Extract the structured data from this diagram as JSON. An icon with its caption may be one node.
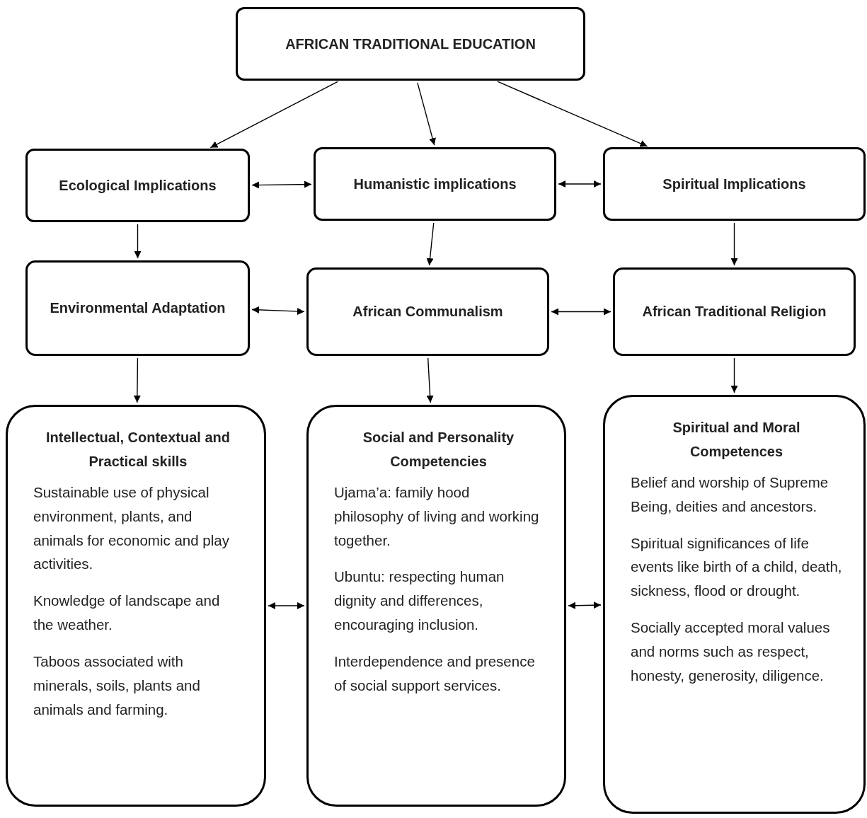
{
  "diagram": {
    "nodes": [
      {
        "text": [
          "AFRICAN TRADITIONAL EDUCATION"
        ]
      },
      {
        "text": [
          "Ecological Implications"
        ]
      },
      {
        "text": [
          "Humanistic implications"
        ]
      },
      {
        "text": [
          "Spiritual Implications"
        ]
      },
      {
        "text": [
          "Environmental Adaptation"
        ]
      },
      {
        "text": [
          "African Communalism"
        ]
      },
      {
        "text": [
          "African Traditional Religion"
        ]
      },
      {
        "text": [
          "Intellectual, Contextual and Practical skills",
          "Sustainable use of physical environment, plants, and animals for economic and play activities.",
          "Knowledge of landscape and the weather.",
          "Taboos associated with minerals, soils, plants and animals and farming."
        ]
      },
      {
        "text": [
          "Social and Personality Competencies",
          "Ujama’a: family hood philosophy of living and working together.",
          "Ubuntu: respecting human dignity and differences, encouraging inclusion.",
          "Interdependence and presence of social support services."
        ]
      },
      {
        "text": [
          "Spiritual and Moral Competences",
          "Belief and worship of Supreme Being, deities and ancestors.",
          "Spiritual significances of life events like birth of a child, death, sickness, flood or drought.",
          "Socially accepted moral values and norms such as respect, honesty, generosity, diligence."
        ]
      }
    ],
    "edges": [
      {
        "from": 0,
        "to": 1,
        "arrow": "to"
      },
      {
        "from": 0,
        "to": 2,
        "arrow": "to"
      },
      {
        "from": 0,
        "to": 3,
        "arrow": "to"
      },
      {
        "from": 1,
        "to": 2,
        "arrow": "both"
      },
      {
        "from": 2,
        "to": 3,
        "arrow": "both"
      },
      {
        "from": 1,
        "to": 4,
        "arrow": "to"
      },
      {
        "from": 2,
        "to": 5,
        "arrow": "to"
      },
      {
        "from": 3,
        "to": 6,
        "arrow": "to"
      },
      {
        "from": 4,
        "to": 5,
        "arrow": "both"
      },
      {
        "from": 5,
        "to": 6,
        "arrow": "both"
      },
      {
        "from": 4,
        "to": 7,
        "arrow": "to"
      },
      {
        "from": 5,
        "to": 8,
        "arrow": "to"
      },
      {
        "from": 6,
        "to": 9,
        "arrow": "to"
      },
      {
        "from": 7,
        "to": 8,
        "arrow": "both"
      },
      {
        "from": 8,
        "to": 9,
        "arrow": "both"
      }
    ]
  }
}
